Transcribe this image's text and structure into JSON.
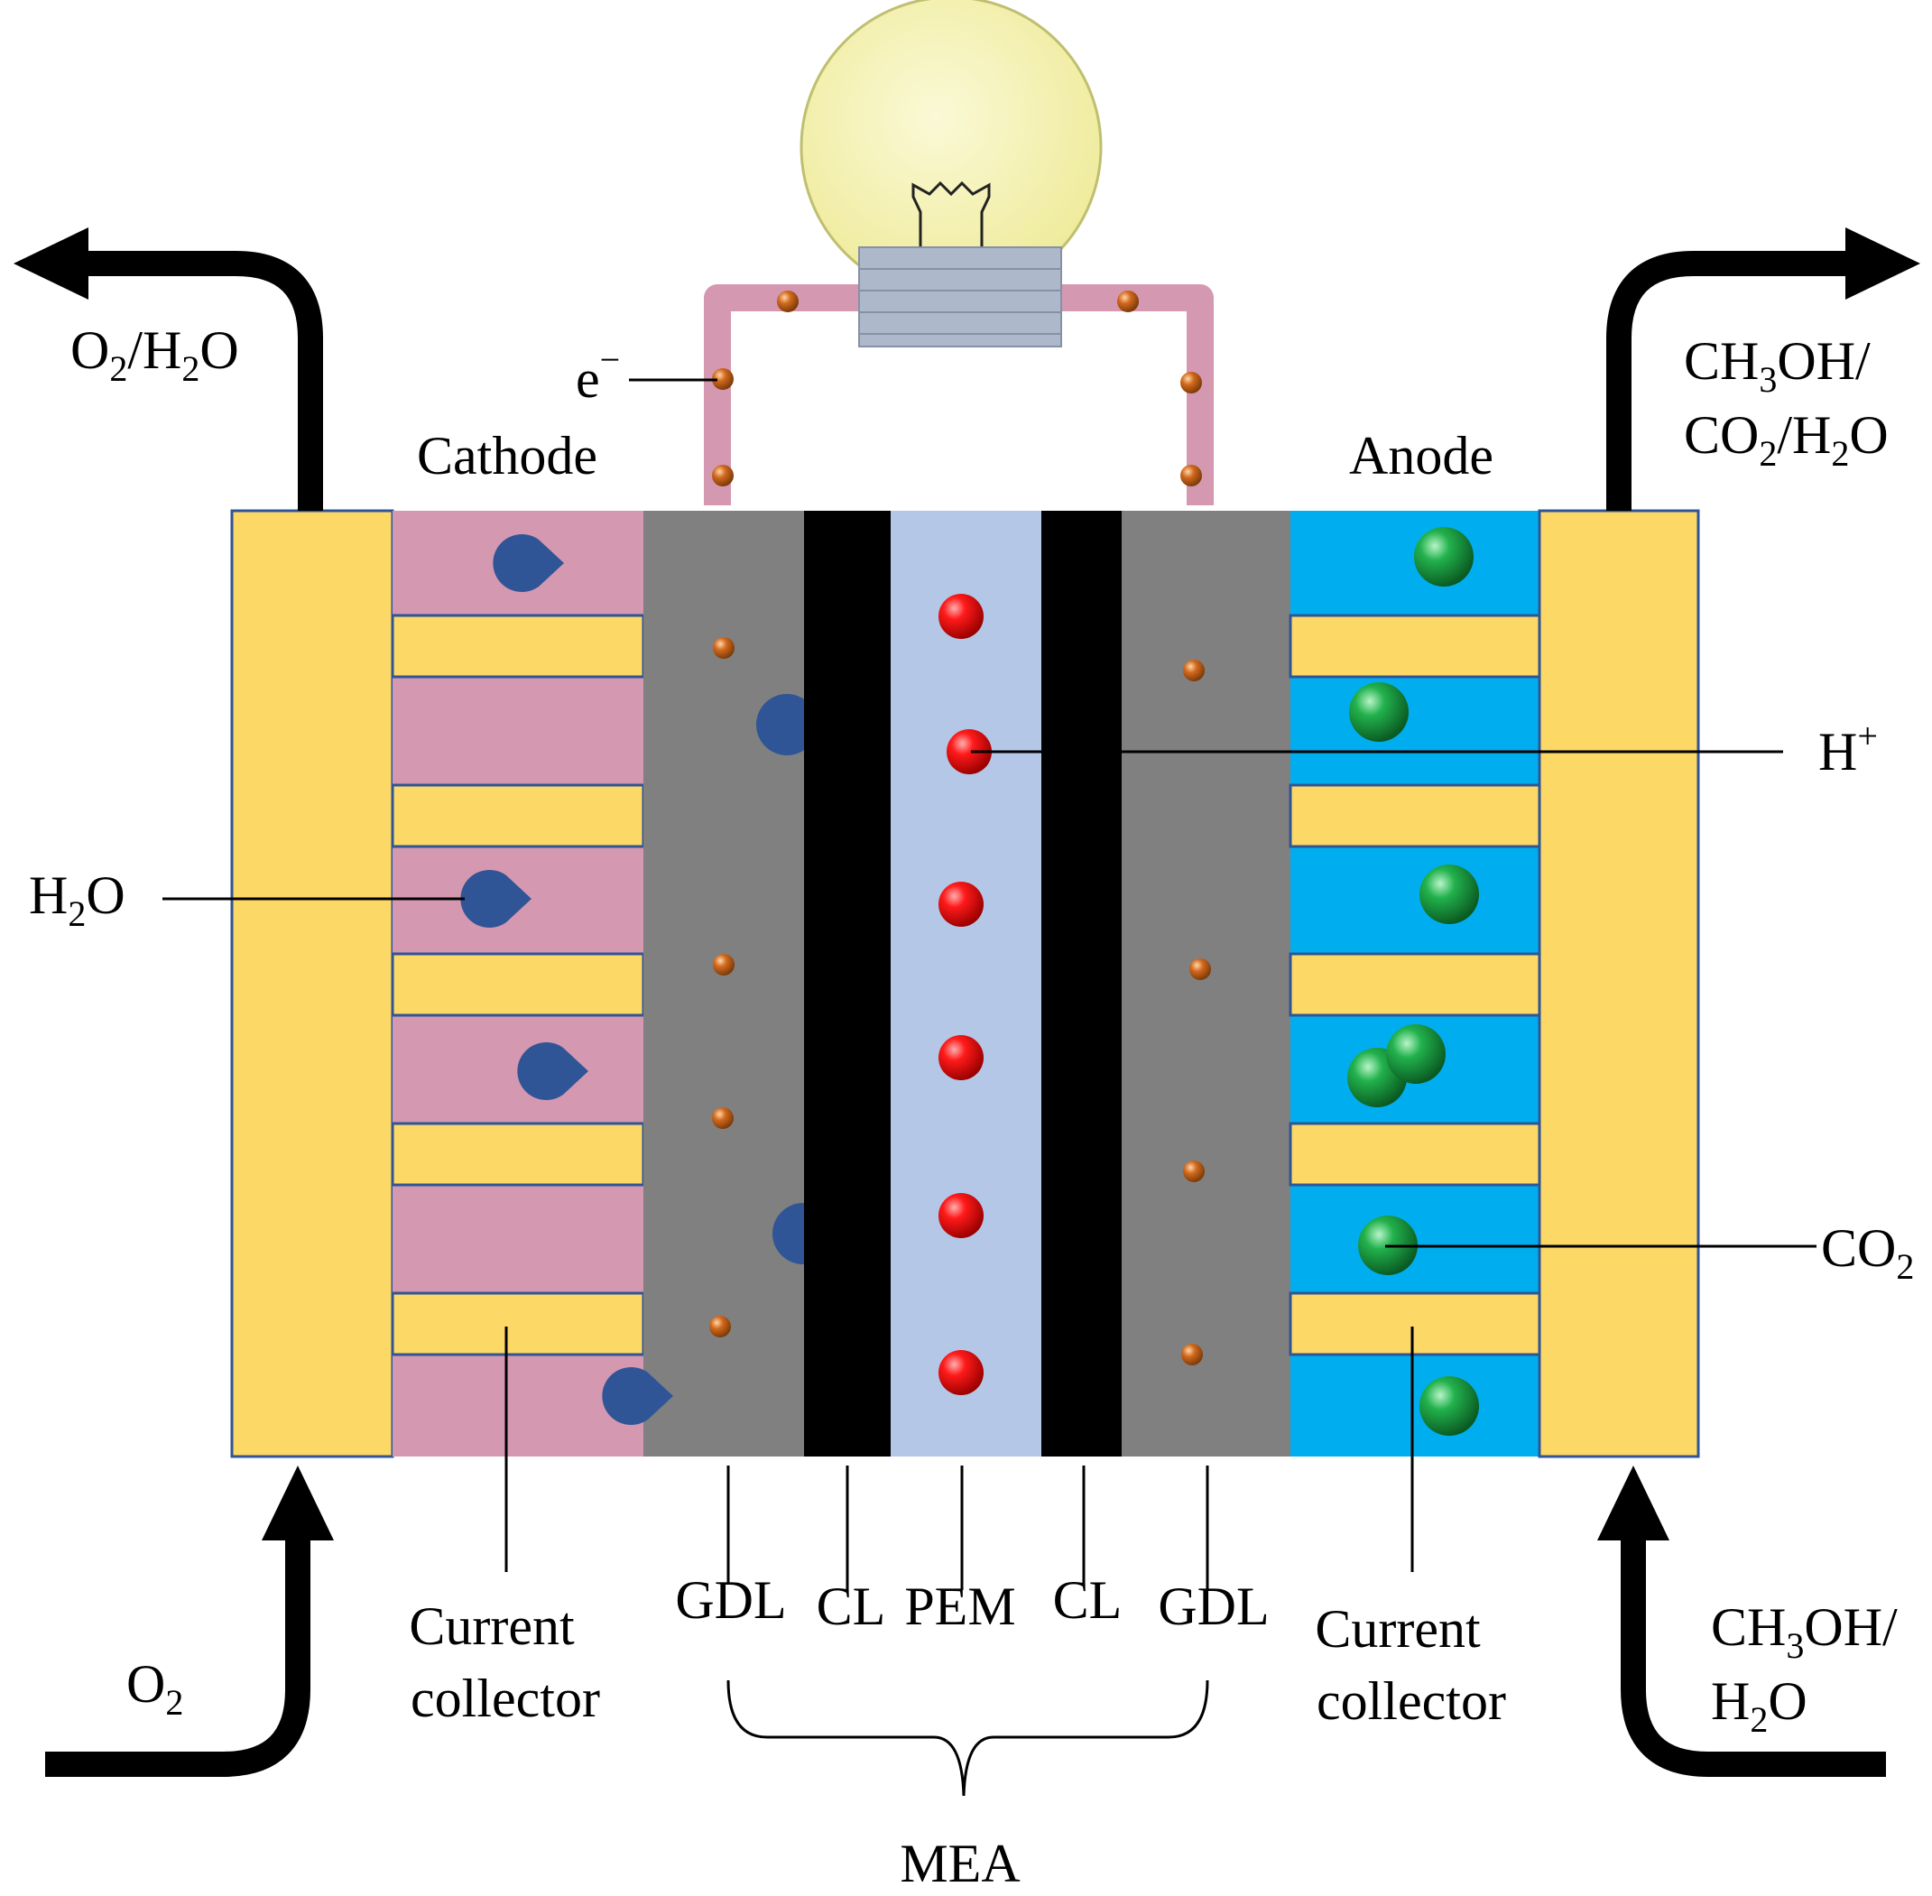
{
  "labels": {
    "cathode": "Cathode",
    "anode": "Anode",
    "electron": "e",
    "electron_sup": "−",
    "cathode_out": {
      "a": "O",
      "a_sub": "2",
      "b": "/H",
      "b_sub": "2",
      "c": "O"
    },
    "anode_out_line1": {
      "a": "CH",
      "a_sub": "3",
      "b": "OH/"
    },
    "anode_out_line2": {
      "a": "CO",
      "a_sub": "2",
      "b": "/H",
      "b_sub": "2",
      "c": "O"
    },
    "water": {
      "a": "H",
      "a_sub": "2",
      "b": "O"
    },
    "proton": {
      "a": "H",
      "a_sup": "+"
    },
    "co2": {
      "a": "CO",
      "a_sub": "2"
    },
    "cathode_in": {
      "a": "O",
      "a_sub": "2"
    },
    "anode_in_line1": {
      "a": "CH",
      "a_sub": "3",
      "b": "OH/"
    },
    "anode_in_line2": {
      "a": "H",
      "a_sub": "2",
      "b": "O"
    },
    "current_collector_left": [
      "Current",
      "collector"
    ],
    "current_collector_right": [
      "Current",
      "collector"
    ],
    "layers": {
      "gdl_left": "GDL",
      "cl_left": "CL",
      "pem": "PEM",
      "cl_right": "CL",
      "gdl_right": "GDL"
    },
    "mea": "MEA"
  },
  "colors": {
    "collector": "#FCD866",
    "cathode_channel": "#D498B0",
    "anode_channel": "#00AEEF",
    "gdl": "#808080",
    "catalyst": "#000000",
    "membrane": "#B4C7E7",
    "wire": "#D498B0",
    "bulb_glass": "#F2EEA0",
    "bulb_base": "#ADB9CA",
    "water_drop": "#2F5597",
    "co2_bubble": "#00B050",
    "proton": "#FF0000",
    "electron": "#C55A11",
    "arrow": "#000000"
  },
  "icons": {
    "bulb": "light-bulb-icon",
    "water": "water-droplet-icon",
    "co2": "co2-bubble-icon",
    "proton": "proton-sphere-icon",
    "electron": "electron-dot-icon"
  }
}
